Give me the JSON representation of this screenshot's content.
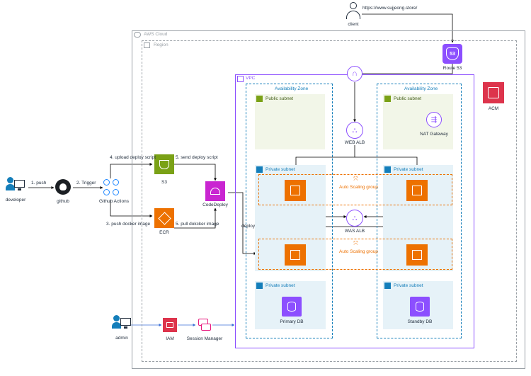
{
  "diagram": {
    "client": {
      "label": "client",
      "url": "https://www.sujjeong.store/"
    },
    "groups": {
      "aws_cloud": "AWS Cloud",
      "region": "Region",
      "vpc": "VPC",
      "az1": "Availability Zone",
      "az2": "Availability Zone",
      "public_subnet_1": "Public subnet",
      "public_subnet_2": "Public subnet",
      "private_subnet_1": "Private subnet",
      "private_subnet_2": "Private subnet",
      "private_subnet_3": "Private subnet",
      "private_subnet_4": "Private subnet",
      "asg_1": "Auto Scaling group",
      "asg_2": "Auto Scaling group"
    },
    "nodes": {
      "route53": "Route 53",
      "acm": "ACM",
      "nat_gateway": "NAT Gateway",
      "web_alb": "WEB ALB",
      "was_alb": "WAS ALB",
      "primary_db": "Primary DB",
      "standby_db": "Standby DB",
      "developer": "developer",
      "github": "github",
      "github_actions": "Github Actions",
      "s3": "S3",
      "ecr": "ECR",
      "codedeploy": "CodeDeploy",
      "admin": "admin",
      "iam": "IAM",
      "session_manager": "Session Manager"
    },
    "edges": {
      "push": "1. push",
      "trigger": "2. Trigger",
      "push_docker": "3. push docker image",
      "upload_script": "4. upload deploy script",
      "send_script": "5. send deploy script",
      "pull_docker": "5. pull dokcker image",
      "deploy": "deploy"
    },
    "colors": {
      "orange": "#ed7100",
      "green": "#7aa116",
      "purple": "#8c4fff",
      "pink": "#e7157b",
      "red": "#dd344c",
      "vpc": "#8c4fff",
      "public_fill": "#f2f6e8",
      "private_fill": "#e6f2f8",
      "az_border": "#147eba",
      "cloud_border": "#9aa0a6"
    }
  }
}
